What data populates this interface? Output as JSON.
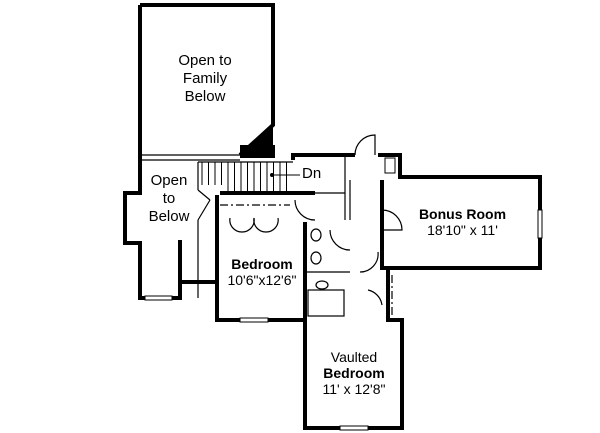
{
  "rooms": {
    "open_family": [
      "Open to",
      "Family",
      "Below"
    ],
    "open_below": [
      "Open",
      "to",
      "Below"
    ],
    "stairs_label": "Dn",
    "bedroom": {
      "name": "Bedroom",
      "size": "10'6\"x12'6\""
    },
    "bonus": {
      "name": "Bonus Room",
      "size": "18'10\" x 11'"
    },
    "vaulted": {
      "prefix": "Vaulted",
      "name": "Bedroom",
      "size": "11' x 12'8\""
    }
  },
  "colors": {
    "wall": "#000000",
    "background": "#ffffff"
  }
}
